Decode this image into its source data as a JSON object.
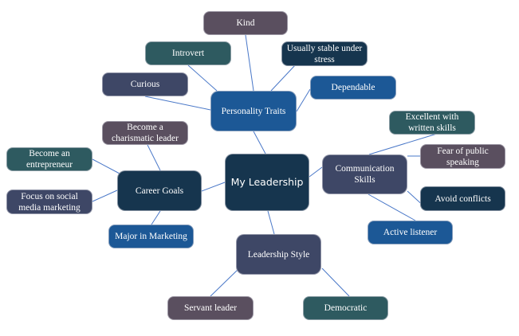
{
  "colors": {
    "line": "#4a78c8",
    "mauve": "#5a4f5f",
    "teal": "#2e5a60",
    "navy": "#16354e",
    "slate": "#3e4766",
    "blue": "#1c5896"
  },
  "center": "My Leadership",
  "personality": {
    "label": "Personality Traits",
    "items": [
      "Kind",
      "Introvert",
      "Usually stable under stress",
      "Curious",
      "Dependable"
    ]
  },
  "career": {
    "label": "Career Goals",
    "items": [
      "Become a charismatic leader",
      "Become an entrepreneur",
      "Focus on social media marketing",
      "Major in Marketing"
    ]
  },
  "communication": {
    "label": "Communication Skills",
    "items": [
      "Excellent with written skills",
      "Fear of public speaking",
      "Avoid conflicts",
      "Active listener"
    ]
  },
  "style": {
    "label": "Leadership Style",
    "items": [
      "Servant leader",
      "Democratic"
    ]
  }
}
